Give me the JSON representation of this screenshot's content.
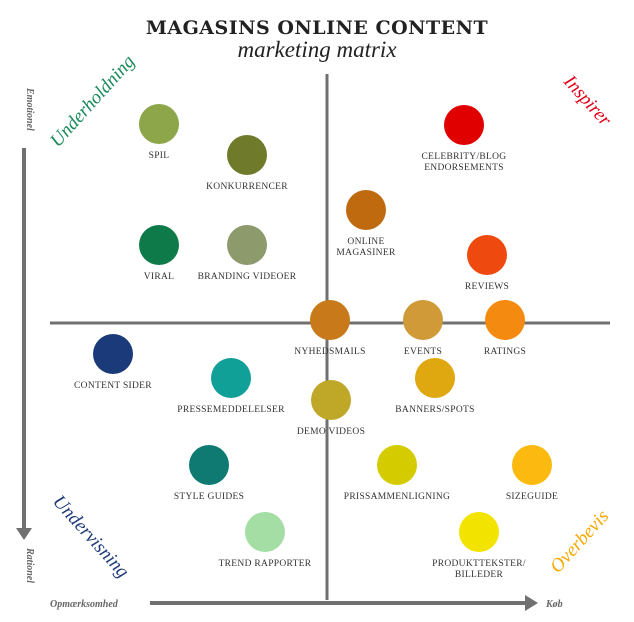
{
  "title": "MAGASINS ONLINE CONTENT",
  "subtitle": "marketing matrix",
  "axes": {
    "top": "Emotionel",
    "bottom": "Rationel",
    "left": "Opmærksomhed",
    "right": "Køb"
  },
  "quadrants": {
    "top_left": {
      "label": "Underholdning",
      "color": "#1b8a5a"
    },
    "top_right": {
      "label": "Inspirer",
      "color": "#e0001a"
    },
    "bottom_left": {
      "label": "Undervisning",
      "color": "#1e3a78"
    },
    "bottom_right": {
      "label": "Overbevis",
      "color": "#f5a800"
    }
  },
  "items": [
    {
      "id": "spil",
      "lines": [
        "SPIL"
      ],
      "color": "#8ea64a"
    },
    {
      "id": "konkurrencer",
      "lines": [
        "KONKURRENCER"
      ],
      "color": "#6f7a2a"
    },
    {
      "id": "viral",
      "lines": [
        "VIRAL"
      ],
      "color": "#0e7a4a"
    },
    {
      "id": "branding-videoer",
      "lines": [
        "BRANDING VIDEOER"
      ],
      "color": "#8c9a6c"
    },
    {
      "id": "celebrity",
      "lines": [
        "CELEBRITY/BLOG",
        "ENDORSEMENTS"
      ],
      "color": "#e00000"
    },
    {
      "id": "online-magasiner",
      "lines": [
        "ONLINE",
        "MAGASINER"
      ],
      "color": "#c06a10"
    },
    {
      "id": "reviews",
      "lines": [
        "REVIEWS"
      ],
      "color": "#ee4a10"
    },
    {
      "id": "nyhedsmails",
      "lines": [
        "NYHEDSMAILS"
      ],
      "color": "#c8791a"
    },
    {
      "id": "events",
      "lines": [
        "EVENTS"
      ],
      "color": "#d09a38"
    },
    {
      "id": "ratings",
      "lines": [
        "RATINGS"
      ],
      "color": "#f58a10"
    },
    {
      "id": "content-sider",
      "lines": [
        "CONTENT SIDER"
      ],
      "color": "#1a3a7a"
    },
    {
      "id": "pressemeddelelser",
      "lines": [
        "PRESSEMEDDELELSER"
      ],
      "color": "#10a098"
    },
    {
      "id": "demo-videos",
      "lines": [
        "DEMO VIDEOS"
      ],
      "color": "#bfa828"
    },
    {
      "id": "banners-spots",
      "lines": [
        "BANNERS/SPOTS"
      ],
      "color": "#e0a810"
    },
    {
      "id": "style-guides",
      "lines": [
        "STYLE GUIDES"
      ],
      "color": "#0e7a72"
    },
    {
      "id": "prissammenligning",
      "lines": [
        "PRISSAMMENLIGNING"
      ],
      "color": "#d4cc00"
    },
    {
      "id": "sizeguide",
      "lines": [
        "SIZEGUIDE"
      ],
      "color": "#fcba10"
    },
    {
      "id": "trend-rapporter",
      "lines": [
        "TREND RAPPORTER"
      ],
      "color": "#a4dea4"
    },
    {
      "id": "produkttekster",
      "lines": [
        "PRODUKTTEKSTER/",
        "BILLEDER"
      ],
      "color": "#f2e400"
    }
  ]
}
